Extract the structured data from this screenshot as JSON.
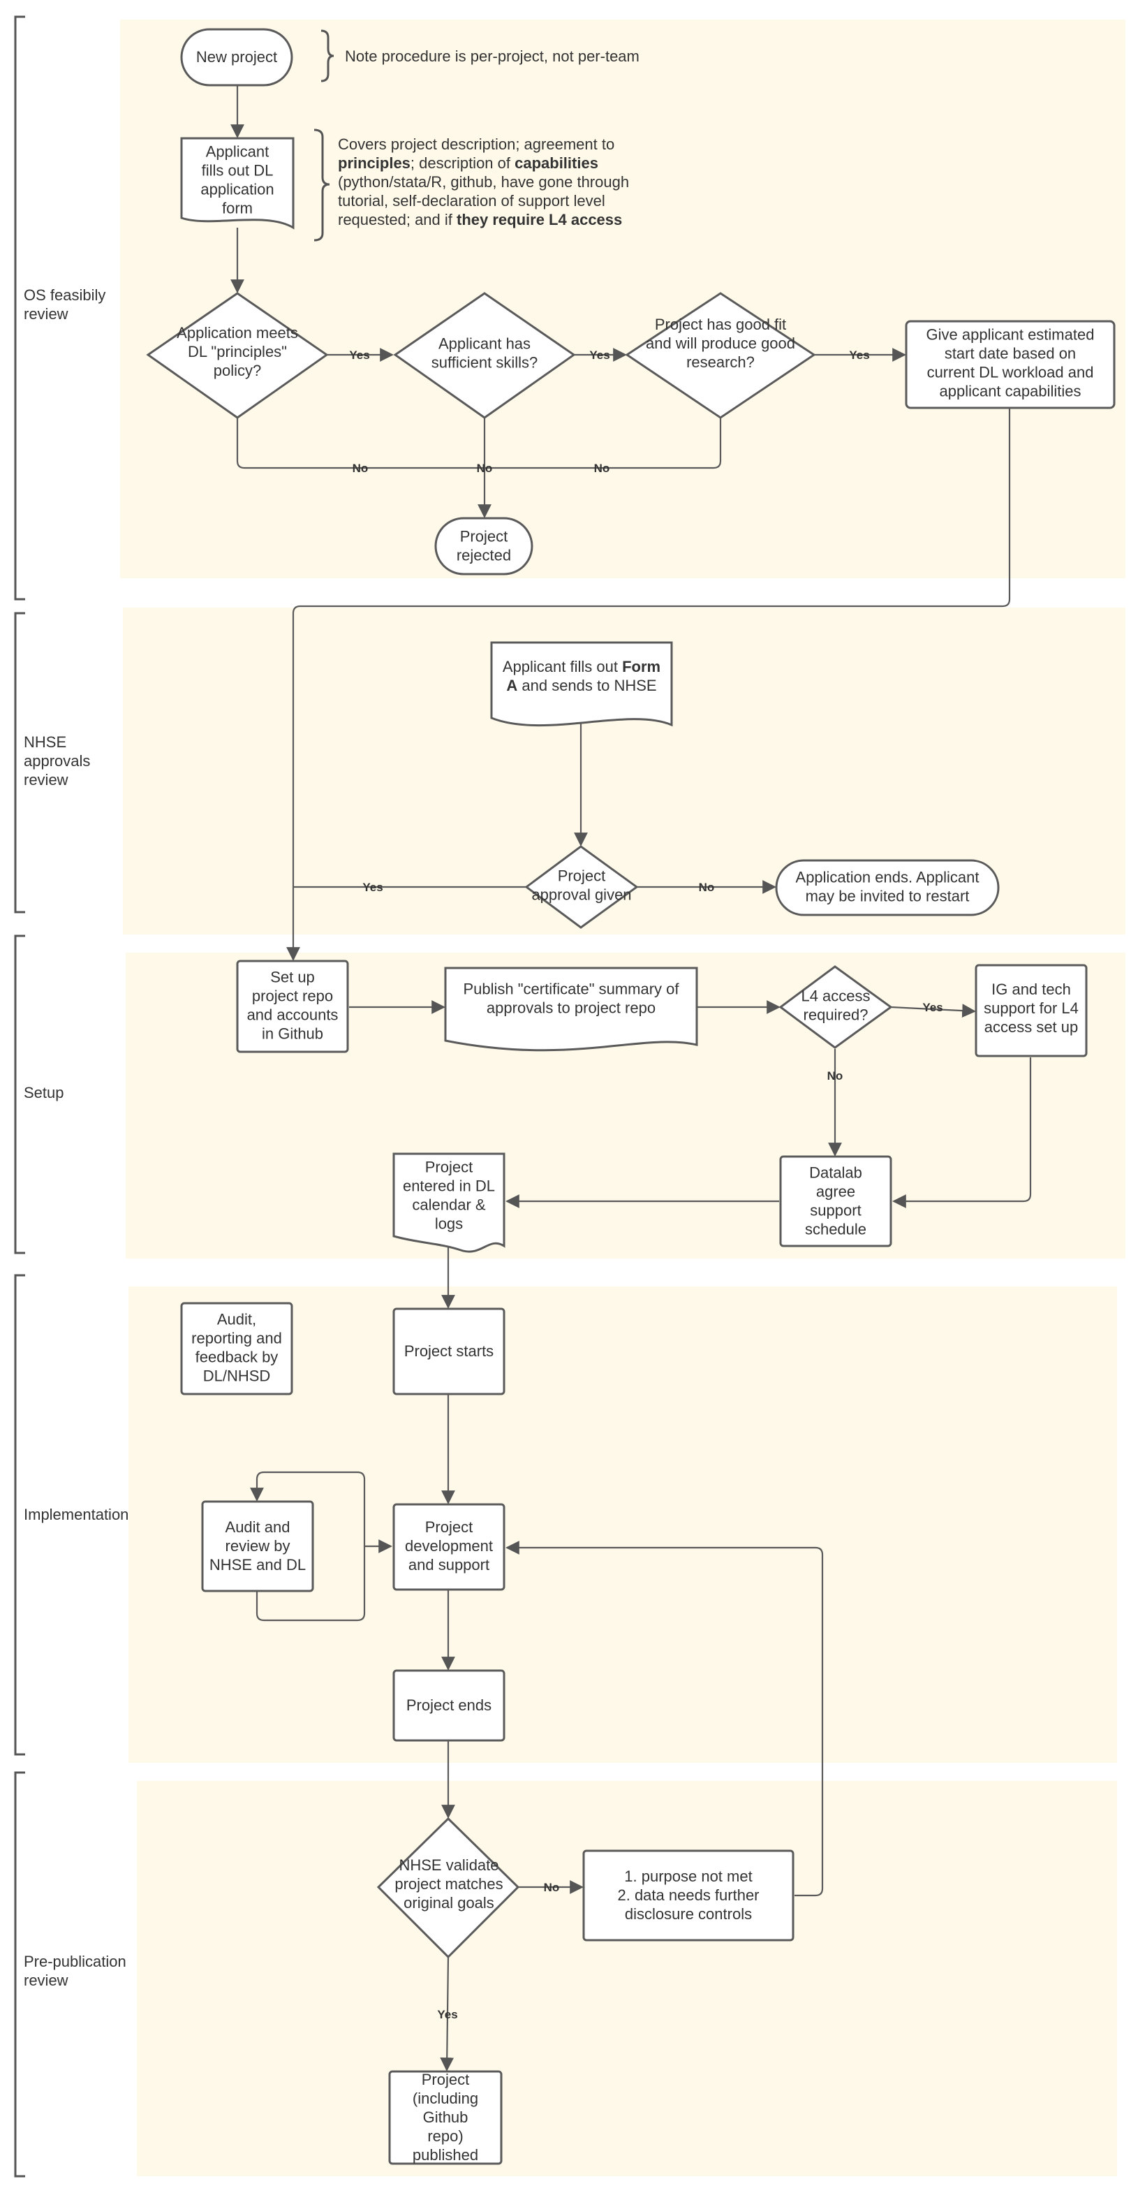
{
  "sections": [
    {
      "id": "os",
      "label": "OS feasibily review"
    },
    {
      "id": "nhse",
      "label": "NHSE approvals review"
    },
    {
      "id": "setup",
      "label": "Setup"
    },
    {
      "id": "impl",
      "label": "Implementation"
    },
    {
      "id": "prepub",
      "label": "Pre-publication review"
    }
  ],
  "nodes": {
    "new_project": "New project",
    "note_procedure": "Note procedure is per-project, not per-team",
    "fill_form": "Applicant fills out DL application form",
    "form_note": [
      [
        {
          "t": "Covers project description; agreement to"
        }
      ],
      [
        {
          "t": "principles",
          "b": true
        },
        {
          "t": "; description of "
        },
        {
          "t": "capabilities",
          "b": true
        }
      ],
      [
        {
          "t": "(python/stata/R, github, have gone through"
        }
      ],
      [
        {
          "t": "tutorial, self-declaration of support level"
        }
      ],
      [
        {
          "t": "requested; and if "
        },
        {
          "t": "they require L4 access",
          "b": true
        }
      ]
    ],
    "meets_policy": "Application meets DL \"principles\" policy?",
    "skills": "Applicant has sufficient skills?",
    "good_fit": "Project has good fit and will produce good research?",
    "estimate": "Give applicant estimated start date based on current DL workload and applicant capabilities",
    "rejected": "Project rejected",
    "form_a": [
      [
        {
          "t": "Applicant fills out "
        },
        {
          "t": "Form",
          "b": true
        }
      ],
      [
        {
          "t": "A",
          "b": true
        },
        {
          "t": " and sends to NHSE"
        }
      ]
    ],
    "approval": "Project approval given",
    "app_ends": "Application ends. Applicant may be invited to restart",
    "setup_repo": "Set up project repo and accounts in Github",
    "publish_cert": "Publish \"certificate\" summary of approvals to project repo",
    "l4_required": "L4 access required?",
    "ig_support": "IG and tech support for L4 access set up",
    "agree_schedule": "Datalab agree support schedule",
    "calendar": "Project entered in DL calendar & logs",
    "audit_feedback": "Audit, reporting and feedback by DL/NHSD",
    "project_starts": "Project starts",
    "audit_review": "Audit and review by NHSE and DL",
    "development": "Project development and support",
    "project_ends": "Project ends",
    "validate": "NHSE validate project matches original goals",
    "reasons": "1. purpose not met 2. data needs further disclosure controls",
    "published": "Project (including Github repo) published"
  },
  "edge_labels": {
    "yes": "Yes",
    "no": "No"
  },
  "colors": {
    "band": "#fff9e9",
    "stroke": "#5a5a5a",
    "text": "#333333"
  }
}
